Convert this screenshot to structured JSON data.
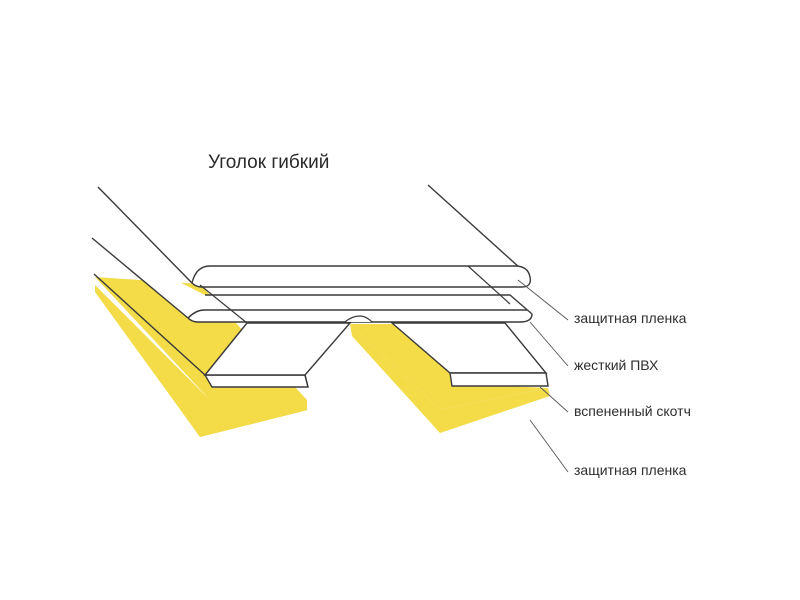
{
  "title": "Уголок гибкий",
  "labels": [
    "защитная пленка",
    "жесткий ПВХ",
    "вспененный скотч",
    "защитная пленка"
  ],
  "colors": {
    "foam_tape": "#f3dc48",
    "outline": "#3a3a3a",
    "fill": "#ffffff"
  }
}
